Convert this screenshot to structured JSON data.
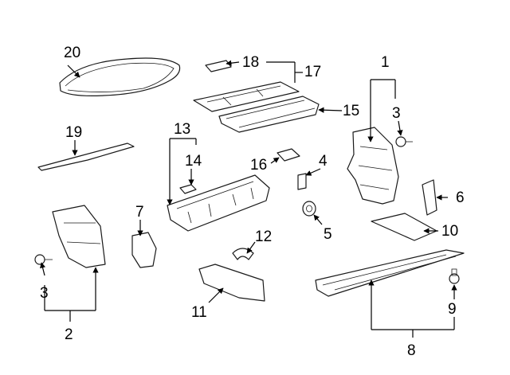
{
  "callouts": {
    "c1": "1",
    "c2": "2",
    "c3a": "3",
    "c3b": "3",
    "c4": "4",
    "c5": "5",
    "c6": "6",
    "c7": "7",
    "c8": "8",
    "c9": "9",
    "c10": "10",
    "c11": "11",
    "c12": "12",
    "c13": "13",
    "c14": "14",
    "c15": "15",
    "c16": "16",
    "c17": "17",
    "c18": "18",
    "c19": "19",
    "c20": "20"
  },
  "colors": {
    "line": "#1a1a1a",
    "shade": "#d9d9d9",
    "background": "#ffffff"
  }
}
